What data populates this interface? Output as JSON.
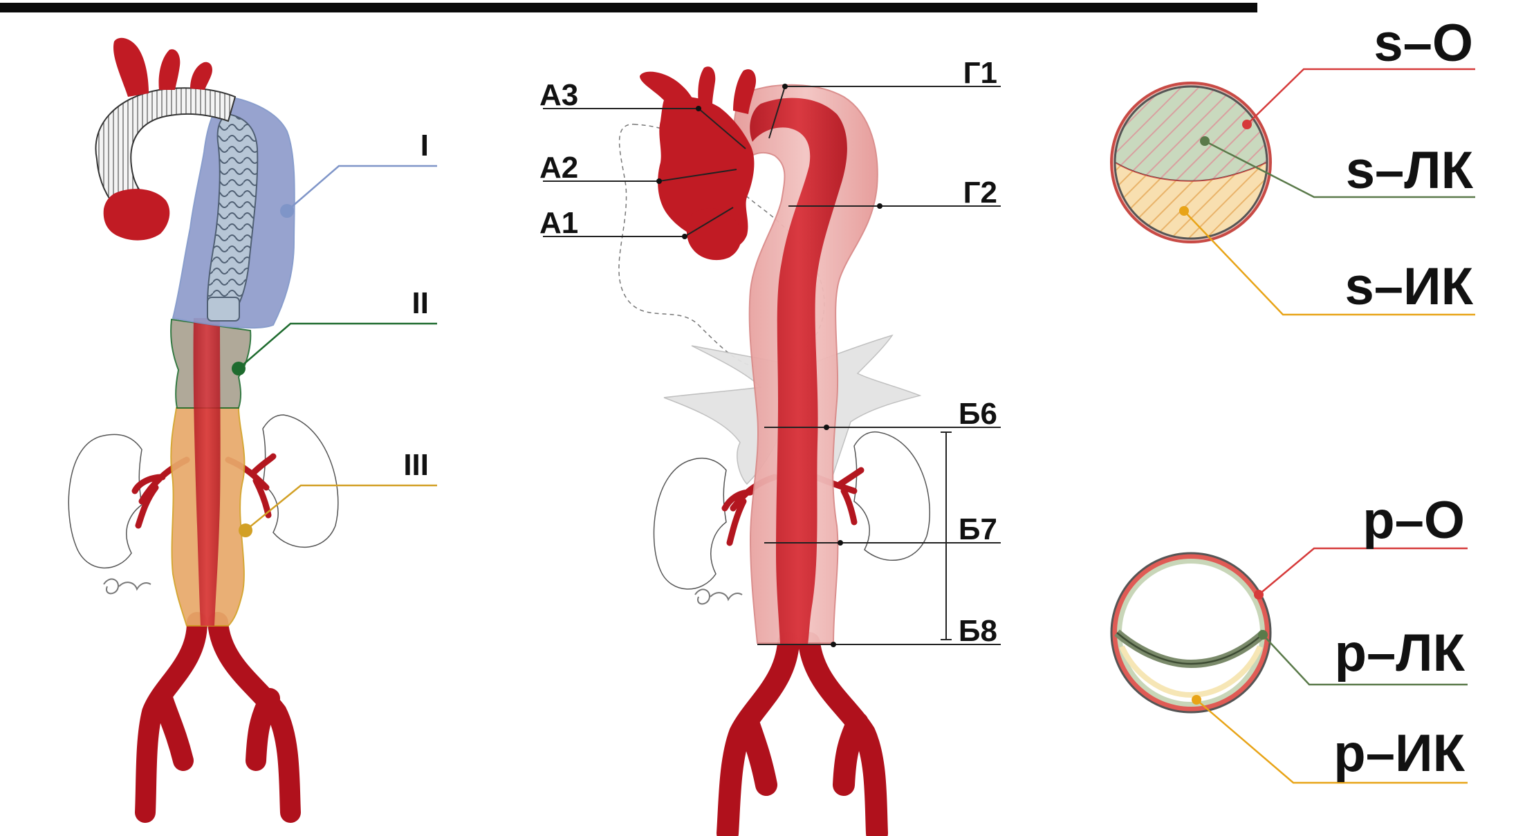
{
  "figure": {
    "left_panel": {
      "zone_labels": [
        "I",
        "II",
        "III"
      ],
      "zone_colors": [
        "#7f95c8",
        "#1e6b2e",
        "#d9a21a"
      ]
    },
    "middle_panel": {
      "level_labels": {
        "a3": "А3",
        "a2": "А2",
        "a1": "А1",
        "g1": "Г1",
        "g2": "Г2",
        "b6": "Б6",
        "b7": "Б7",
        "b8": "Б8"
      }
    },
    "right_panel": {
      "s_labels": [
        "s–O",
        "s–ЛК",
        "s–ИК"
      ],
      "p_labels": [
        "p–O",
        "p–ЛК",
        "p–ИК"
      ],
      "marker_colors": [
        "#d63a3a",
        "#5a7a4a",
        "#e8a417"
      ]
    }
  },
  "colors": {
    "aorta": "#c8202a",
    "aorta_light": "#e88a8a",
    "graft_blue": "#8f9ccb",
    "stent": "#b8c8d8",
    "false_lumen_green": "#c8d8bc",
    "true_lumen_orange": "#f6ddb0",
    "diaphragm": "#d9d9d9"
  }
}
